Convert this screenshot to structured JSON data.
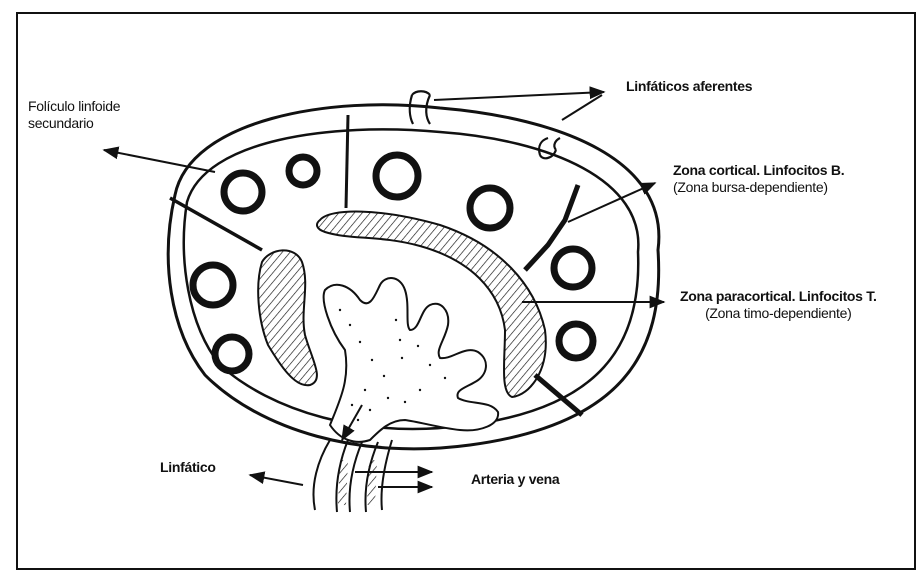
{
  "labels": {
    "afferent": "Linfáticos aferentes",
    "follicle_line1": "Folículo linfoide",
    "follicle_line2": "secundario",
    "cortical_line1": "Zona cortical. Linfocitos B.",
    "cortical_line2": "(Zona bursa-dependiente)",
    "paracortical_line1": "Zona paracortical. Linfocitos T.",
    "paracortical_line2": "(Zona timo-dependiente)",
    "efferent": "Linfático",
    "vessels": "Arteria y vena"
  },
  "colors": {
    "ink": "#111111",
    "background": "#ffffff"
  }
}
